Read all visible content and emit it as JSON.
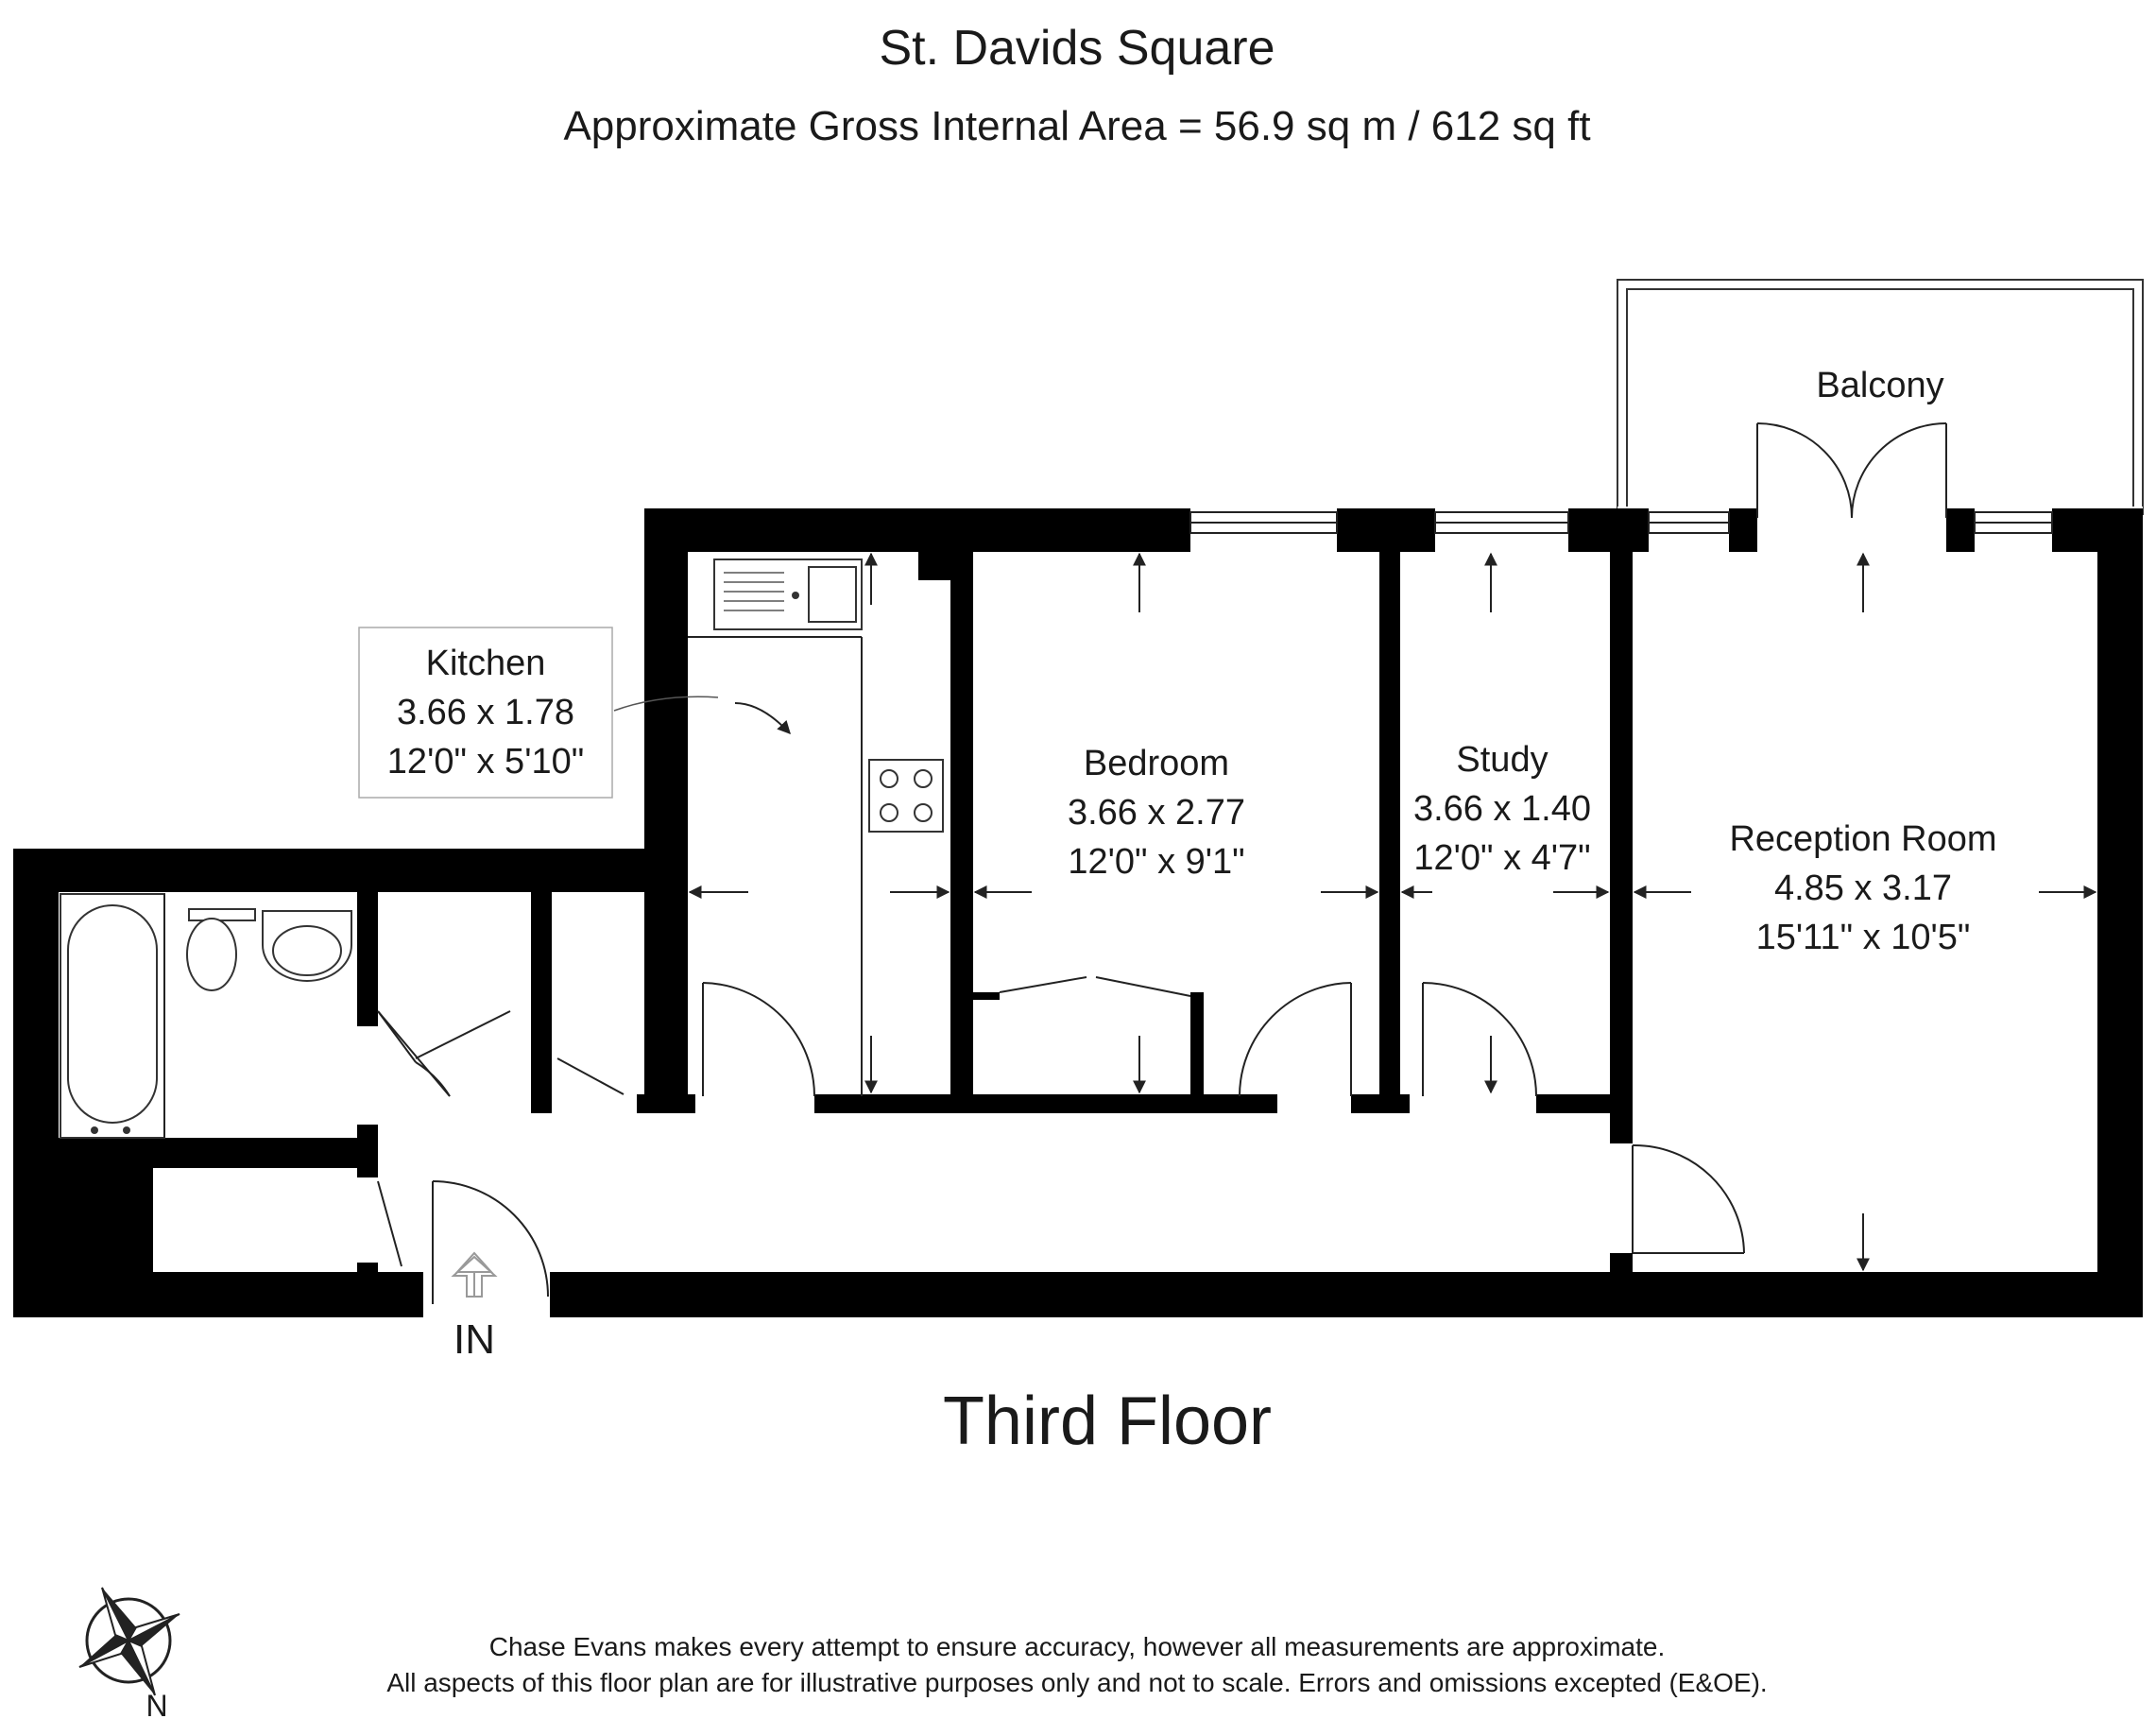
{
  "header": {
    "title": "St. Davids Square",
    "area": "Approximate Gross Internal Area = 56.9 sq m / 612 sq ft"
  },
  "rooms": {
    "kitchen": {
      "name": "Kitchen",
      "metric": "3.66 x 1.78",
      "imperial": "12'0\" x 5'10\""
    },
    "bedroom": {
      "name": "Bedroom",
      "metric": "3.66 x 2.77",
      "imperial": "12'0\" x 9'1\""
    },
    "study": {
      "name": "Study",
      "metric": "3.66 x 1.40",
      "imperial": "12'0\" x 4'7\""
    },
    "reception": {
      "name": "Reception Room",
      "metric": "4.85 x 3.17",
      "imperial": "15'11\" x 10'5\""
    },
    "balcony": {
      "name": "Balcony"
    }
  },
  "entrance_label": "IN",
  "floor_label": "Third Floor",
  "compass_label": "N",
  "disclaimer": {
    "line1": "Chase Evans makes every attempt to ensure accuracy, however all measurements are approximate.",
    "line2": "All aspects of this floor plan are for illustrative purposes only and not to scale. Errors and omissions excepted (E&OE)."
  },
  "icons": [
    "compass-rose-icon",
    "entrance-arrow-icon",
    "bath-icon",
    "toilet-icon",
    "basin-icon",
    "sink-icon",
    "hob-icon"
  ]
}
